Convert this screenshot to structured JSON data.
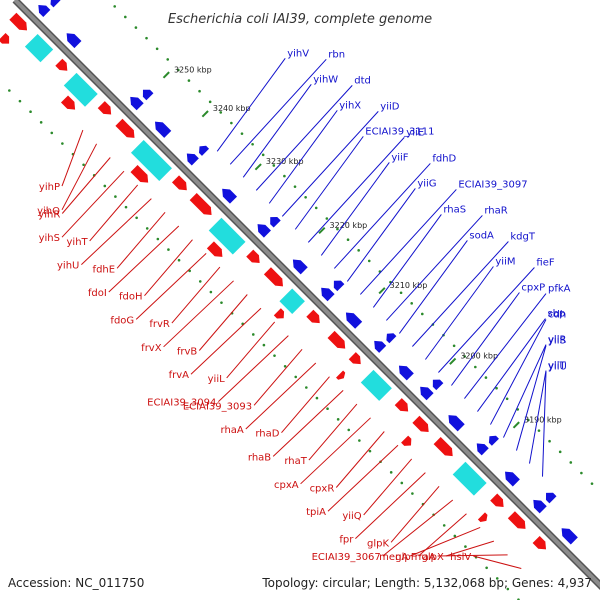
{
  "title": "Escherichia coli IAI39, complete genome",
  "accession": "Accession: NC_011750",
  "topology": "Topology: circular; Length: 5,132,068 bp; Genes: 4,937",
  "colors": {
    "backbone": "#8c8c8c",
    "forward": "#ee1111",
    "reverse": "#1111dd",
    "cds_hi": "#22dddd",
    "label_fwd": "#cc1111",
    "label_rev": "#1111cc",
    "tick": "#2b8a2b"
  },
  "ticks": [
    {
      "label": "3250 kbp"
    },
    {
      "label": "3240 kbp"
    },
    {
      "label": "3230 kbp"
    },
    {
      "label": "3220 kbp"
    },
    {
      "label": "3210 kbp"
    },
    {
      "label": "3200 kbp"
    },
    {
      "label": "3190 kbp"
    }
  ],
  "reverse_labels": [
    "yihV",
    "rbn",
    "yihW",
    "dtd",
    "yihX",
    "yiiD",
    "ECIAI39_3111",
    "yiiE",
    "yiiF",
    "fdhD",
    "yiiG",
    "ECIAI39_3097",
    "rhaS",
    "rhaR",
    "sodA",
    "kdgT",
    "yiiM",
    "fieF",
    "cpxP",
    "pfkA",
    "sbp",
    "cdh",
    "yiiR",
    "yiiS",
    "yiiT",
    "yiiU"
  ],
  "forward_labels": [
    "yihP",
    "yihQ",
    "yihR",
    "yihS",
    "yihT",
    "yihU",
    "fdhE",
    "fdoI",
    "fdoH",
    "fdoG",
    "frvR",
    "frvX",
    "frvB",
    "frvA",
    "yiiL",
    "ECIAI39_3094",
    "ECIAI39_3093",
    "rhaA",
    "rhaD",
    "rhaB",
    "rhaT",
    "cpxA",
    "cpxR",
    "tpiA",
    "yiiQ",
    "fpr",
    "glpK",
    "ECIAI39_3067",
    "glpF",
    "menA",
    "glpX",
    "rraA",
    "hslV"
  ]
}
